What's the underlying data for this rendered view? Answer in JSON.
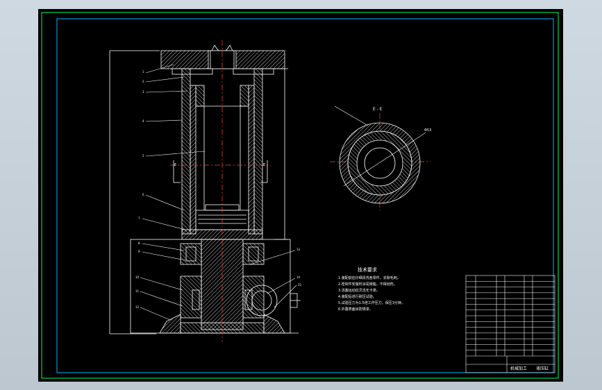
{
  "drawing": {
    "section_label": "E - E",
    "section_marker": "E",
    "dimension_tag": "Φ53",
    "notes_title": "技术要求",
    "notes": [
      "1.装配前应仔细清洗各零件，去除毛刺。",
      "2.密封件安装时涂润滑脂，不得划伤。",
      "3.活塞运动应灵活无卡滞。",
      "4.装配后进行耐压试验。",
      "5.试验压力为1.5倍工作压力，保压3分钟。",
      "6.外露表面涂防锈漆。"
    ],
    "part_callouts": [
      "1",
      "2",
      "3",
      "4",
      "5",
      "6",
      "7",
      "8",
      "9",
      "10",
      "11",
      "12",
      "13",
      "14",
      "15"
    ],
    "title_block": {
      "school": "机械加工",
      "name": "液压缸",
      "rows": 14
    }
  },
  "colors": {
    "canvas": "#000000",
    "inner_frame": "#00ff66",
    "outer_frame": "#00b4ff",
    "linework": "#ffffff",
    "centerline": "#ff4040",
    "dimension": "#00ffff"
  }
}
